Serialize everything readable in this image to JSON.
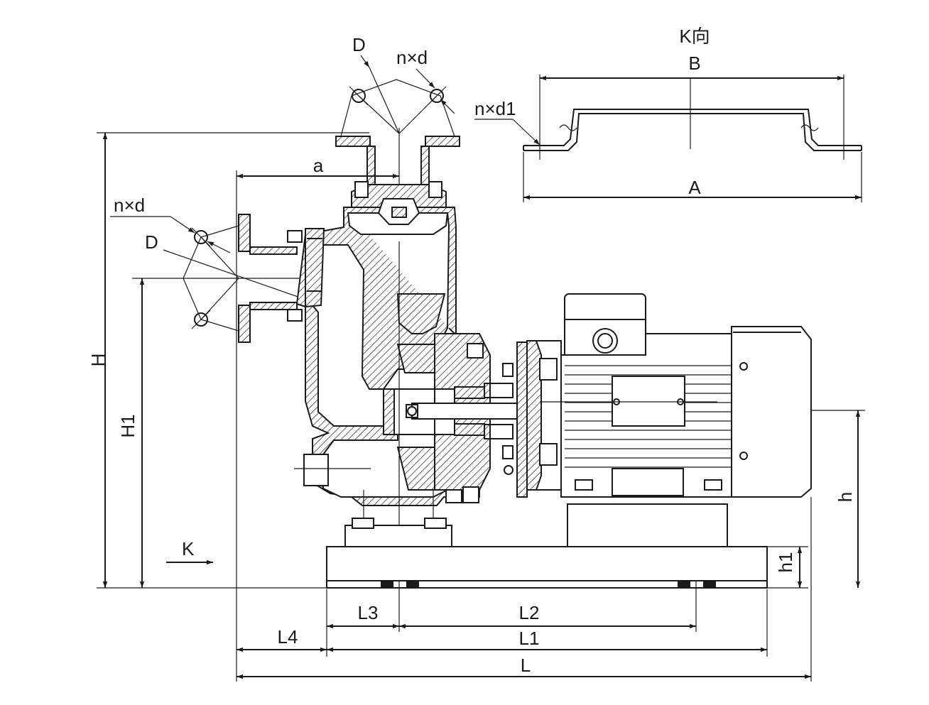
{
  "labels": {
    "k_view_title": "K向",
    "dim_B": "B",
    "dim_A": "A",
    "bolt_holes_base": "n×d1",
    "top_flange_D": "D",
    "top_flange_nd": "n×d",
    "side_flange_D": "D",
    "side_flange_nd": "n×d",
    "dim_a": "a",
    "dim_H": "H",
    "dim_H1": "H1",
    "dim_h": "h",
    "dim_h1": "h1",
    "view_arrow_K": "K",
    "dim_L3": "L3",
    "dim_L2": "L2",
    "dim_L4": "L4",
    "dim_L1": "L1",
    "dim_L": "L"
  },
  "colors": {
    "line": "#1a1a1a",
    "background": "#ffffff"
  },
  "icons": {
    "dimension_arrow": "arrowhead",
    "junction_box_gland": "circle-hex"
  }
}
